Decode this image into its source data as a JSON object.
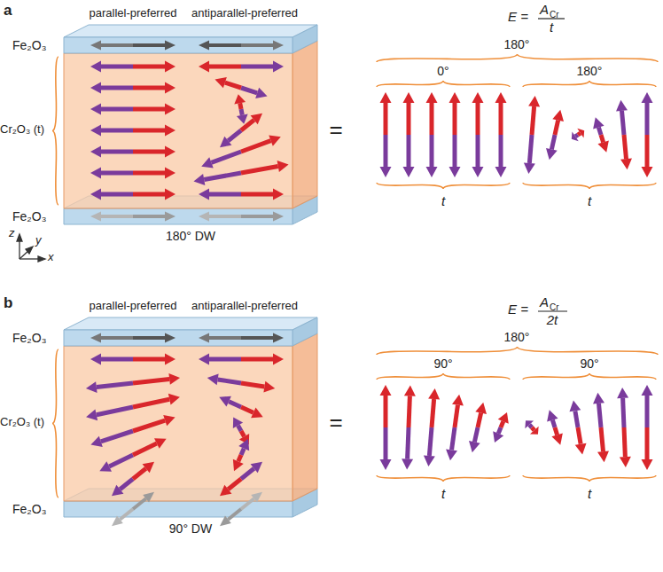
{
  "diagram": {
    "labels": [
      "a",
      "parallel-preferred",
      "antiparallel-preferred",
      "Fe₂O₃",
      "Cr₂O₃ (t)",
      "Fe₂O₃",
      "180° DW",
      "z",
      "y",
      "x",
      "=",
      "E =",
      "A",
      "Cr",
      "t",
      "180°",
      "0°",
      "180°",
      "t",
      "t",
      "b",
      "parallel-preferred",
      "antiparallel-preferred",
      "Fe₂O₃",
      "Cr₂O₃ (t)",
      "Fe₂O₃",
      "90° DW",
      "=",
      "E =",
      "A",
      "Cr",
      "2t",
      "180°",
      "90°",
      "90°",
      "t",
      "t"
    ]
  }
}
